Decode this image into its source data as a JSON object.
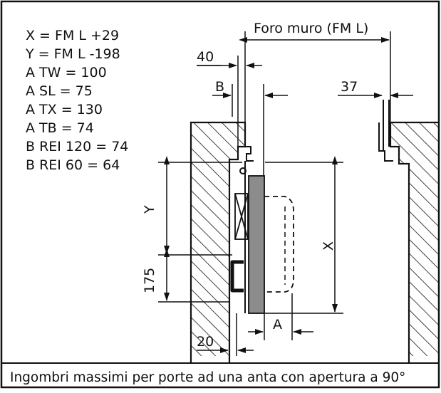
{
  "legend": {
    "lines": [
      "X = FM L +29",
      "Y = FM L -198",
      "A TW = 100",
      "A SL = 75",
      "A TX = 130",
      "A TB = 74",
      "B REI 120 = 74",
      "B REI 60 = 64"
    ]
  },
  "dimensions": {
    "wall_opening": "Foro muro (FM L)",
    "d40": "40",
    "d37": "37",
    "b": "B",
    "y": "Y",
    "x": "X",
    "d175": "175",
    "a": "A",
    "d20": "20"
  },
  "caption": "Ingombri massimi per porte ad una anta con apertura a 90°",
  "colors": {
    "ink": "#111111",
    "door_leaf": "#8c8c8c",
    "background": "#ffffff"
  }
}
